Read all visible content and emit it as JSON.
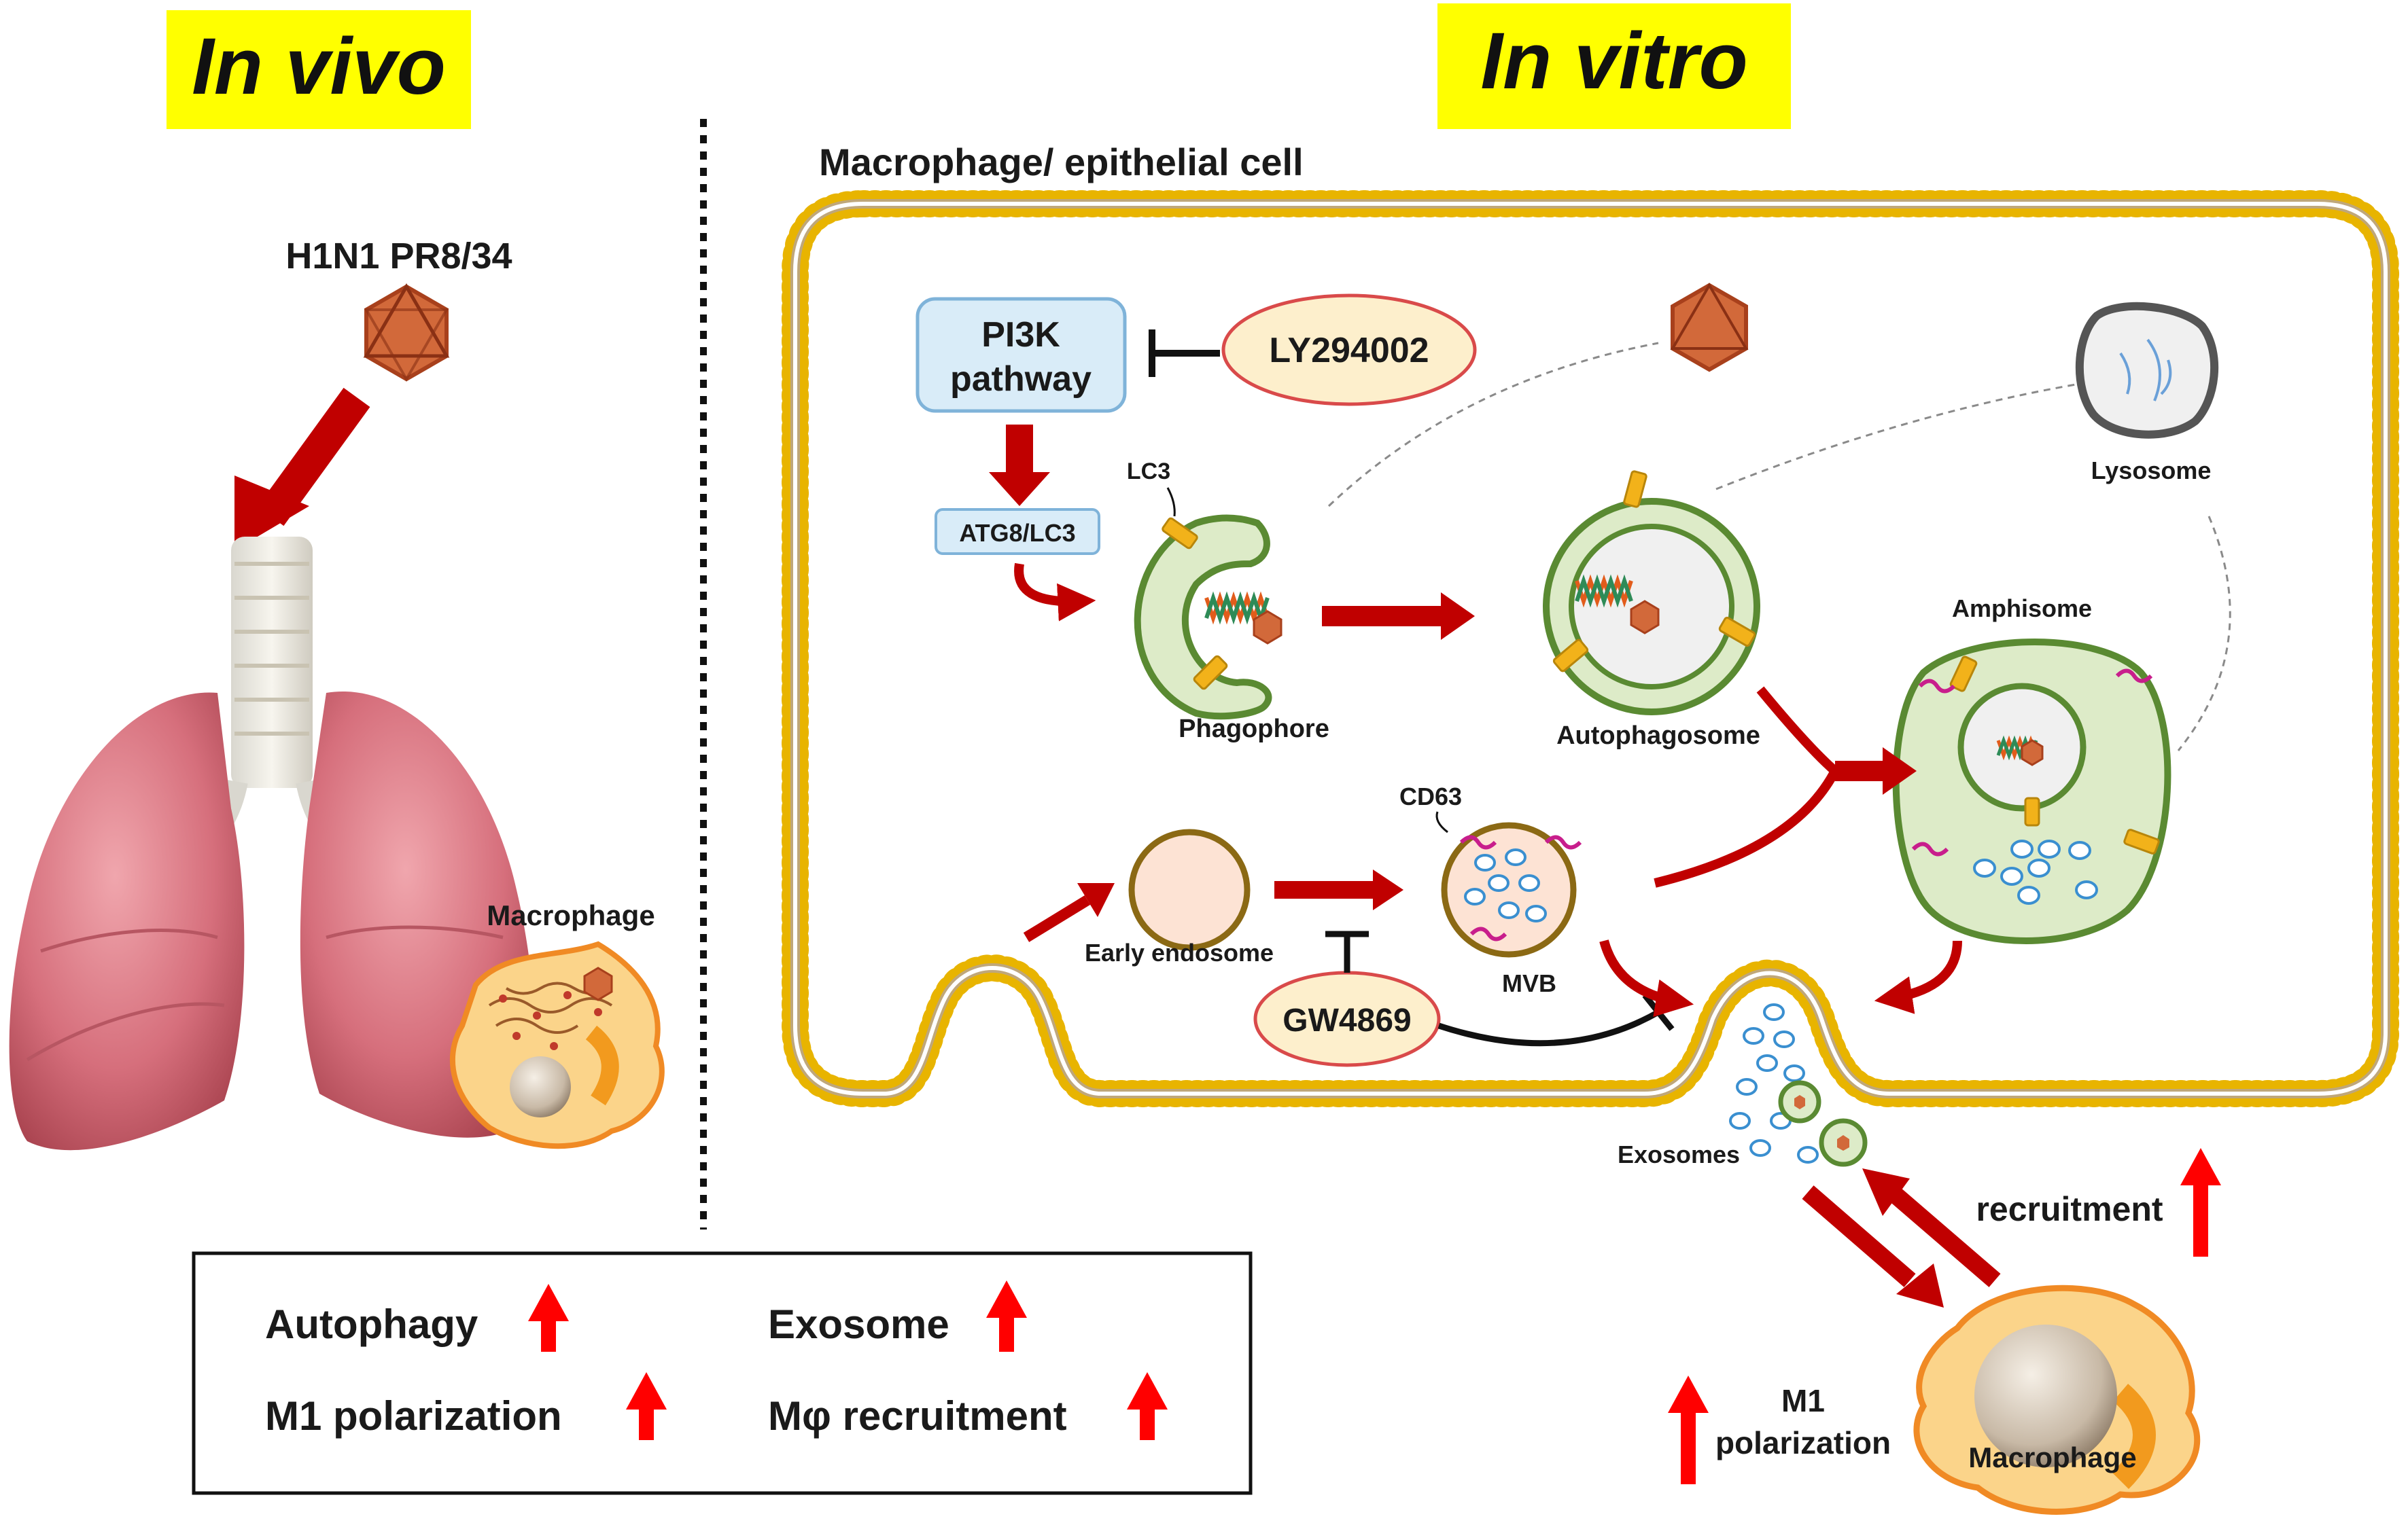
{
  "panels": {
    "in_vivo": {
      "title": "In vivo"
    },
    "in_vitro": {
      "title": "In vitro"
    }
  },
  "in_vivo": {
    "virus_label": "H1N1 PR8/34",
    "macrophage_label": "Macrophage"
  },
  "cell": {
    "label": "Macrophage/ epithelial cell"
  },
  "pathway": {
    "pi3k_line1": "PI3K",
    "pi3k_line2": "pathway",
    "inhibitor_ly": "LY294002",
    "atg8": "ATG8/LC3",
    "lc3": "LC3",
    "phagophore": "Phagophore",
    "autophagosome": "Autophagosome",
    "lysosome": "Lysosome",
    "amphisome": "Amphisome",
    "cd63": "CD63",
    "early_endosome": "Early endosome",
    "mvb": "MVB",
    "inhibitor_gw": "GW4869",
    "exosomes": "Exosomes"
  },
  "outside": {
    "recruitment": "recruitment",
    "m1_line1": "M1",
    "m1_line2": "polarization",
    "macrophage": "Macrophage"
  },
  "summary": {
    "items": [
      "Autophagy",
      "Exosome",
      "M1 polarization",
      "Mφ recruitment"
    ]
  },
  "colors": {
    "title_highlight": "#ffff00",
    "arrow_red": "#c00000",
    "up_arrow": "#ff0000",
    "membrane_gold": "#e8b400",
    "vesicle_green": "#5a8a32",
    "virus_orange": "#c8502a"
  }
}
